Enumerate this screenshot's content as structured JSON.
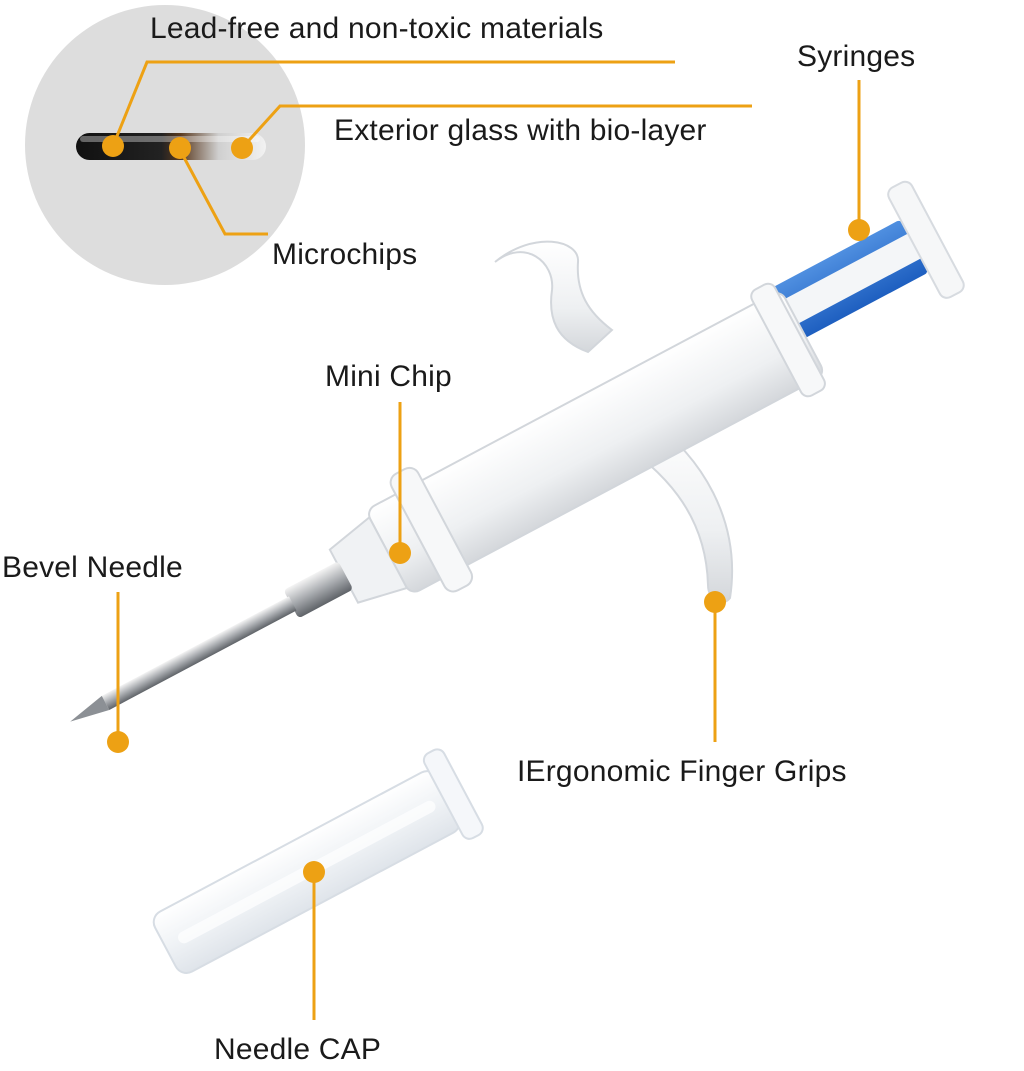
{
  "accent_color": "#EDA114",
  "labels": {
    "lead_free": "Lead-free and non-toxic materials",
    "exterior_glass": "Exterior glass with bio-layer",
    "microchips": "Microchips",
    "syringes": "Syringes",
    "mini_chip": "Mini Chip",
    "bevel_needle": "Bevel Needle",
    "finger_grips": "IErgonomic Finger Grips",
    "needle_cap": "Needle CAP"
  },
  "icons": {
    "chip_inset": "glass-microchip-capsule-icon",
    "syringe": "microchip-injector-syringe-icon",
    "cap": "needle-cap-icon"
  }
}
